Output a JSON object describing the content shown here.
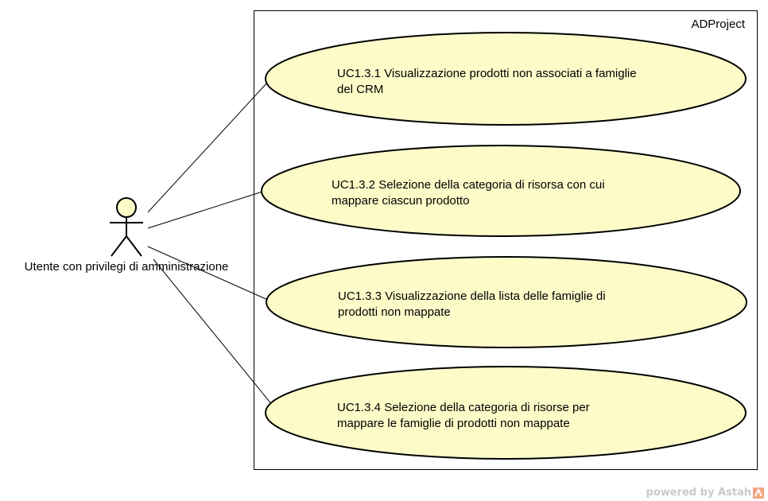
{
  "system": {
    "title": "ADProject"
  },
  "actor": {
    "label": "Utente con privilegi di amministrazione"
  },
  "use_cases": [
    {
      "line1": "UC1.3.1 Visualizzazione prodotti non associati a famiglie",
      "line2": "del CRM"
    },
    {
      "line1": "UC1.3.2 Selezione della categoria di risorsa con cui",
      "line2": "mappare ciascun prodotto"
    },
    {
      "line1": "UC1.3.3 Visualizzazione della lista delle famiglie di",
      "line2": "prodotti non mappate"
    },
    {
      "line1": "UC1.3.4 Selezione della categoria di risorse per",
      "line2": "mappare le famiglie di prodotti non mappate"
    }
  ],
  "watermark": {
    "text": "powered by Astah"
  },
  "colors": {
    "use_case_fill": "#fdfcc9",
    "stroke": "#000000",
    "watermark": "#c9c9c9",
    "logo_accent": "#f4a582"
  }
}
